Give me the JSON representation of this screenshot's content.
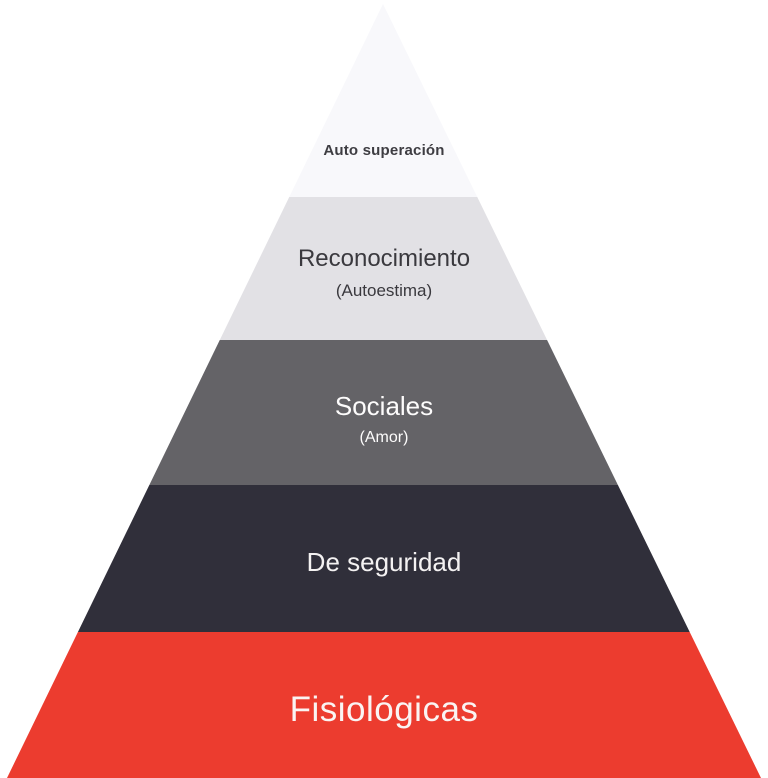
{
  "pyramid": {
    "background": "#ffffff",
    "levels": [
      {
        "id": "auto-superacion",
        "label": "Auto superación",
        "bg": "#f8f8fb",
        "text_color": "#3e3d42"
      },
      {
        "id": "reconocimiento",
        "label": "Reconocimiento",
        "sublabel": "(Autoestima)",
        "bg": "#e2e1e5",
        "text_color": "#3a393e"
      },
      {
        "id": "sociales",
        "label": "Sociales",
        "sublabel": "(Amor)",
        "bg": "#646367",
        "text_color": "#fdfcfc"
      },
      {
        "id": "de-seguridad",
        "label": "De seguridad",
        "bg": "#302f3a",
        "text_color": "#f4f2f2"
      },
      {
        "id": "fisiologicas",
        "label": "Fisiológicas",
        "bg": "#ec3c2f",
        "text_color": "#faf4f3"
      }
    ]
  }
}
